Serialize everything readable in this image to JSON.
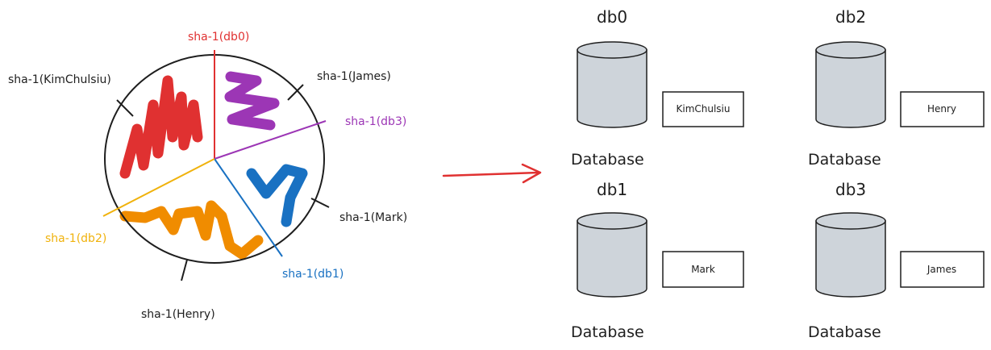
{
  "ring": {
    "labels": {
      "db0": "sha-1(db0)",
      "db1": "sha-1(db1)",
      "db2": "sha-1(db2)",
      "db3": "sha-1(db3)",
      "kim": "sha-1(KimChulsiu)",
      "james": "sha-1(James)",
      "mark": "sha-1(Mark)",
      "henry": "sha-1(Henry)"
    },
    "colors": {
      "db0": "#e03131",
      "db1": "#1971c2",
      "db2": "#f0b20c",
      "db3": "#9c36b5",
      "arc_db0": "#e03131",
      "arc_db1": "#1971c2",
      "arc_db2": "#f08c00",
      "arc_db3": "#9c36b5",
      "outline": "#1e1e1e"
    }
  },
  "arrow_color": "#e03131",
  "databases": [
    {
      "title": "db0",
      "caption": "Database",
      "item": "KimChulsiu"
    },
    {
      "title": "db2",
      "caption": "Database",
      "item": "Henry"
    },
    {
      "title": "db1",
      "caption": "Database",
      "item": "Mark"
    },
    {
      "title": "db3",
      "caption": "Database",
      "item": "James"
    }
  ],
  "cylinder_fill": "#ced4da"
}
